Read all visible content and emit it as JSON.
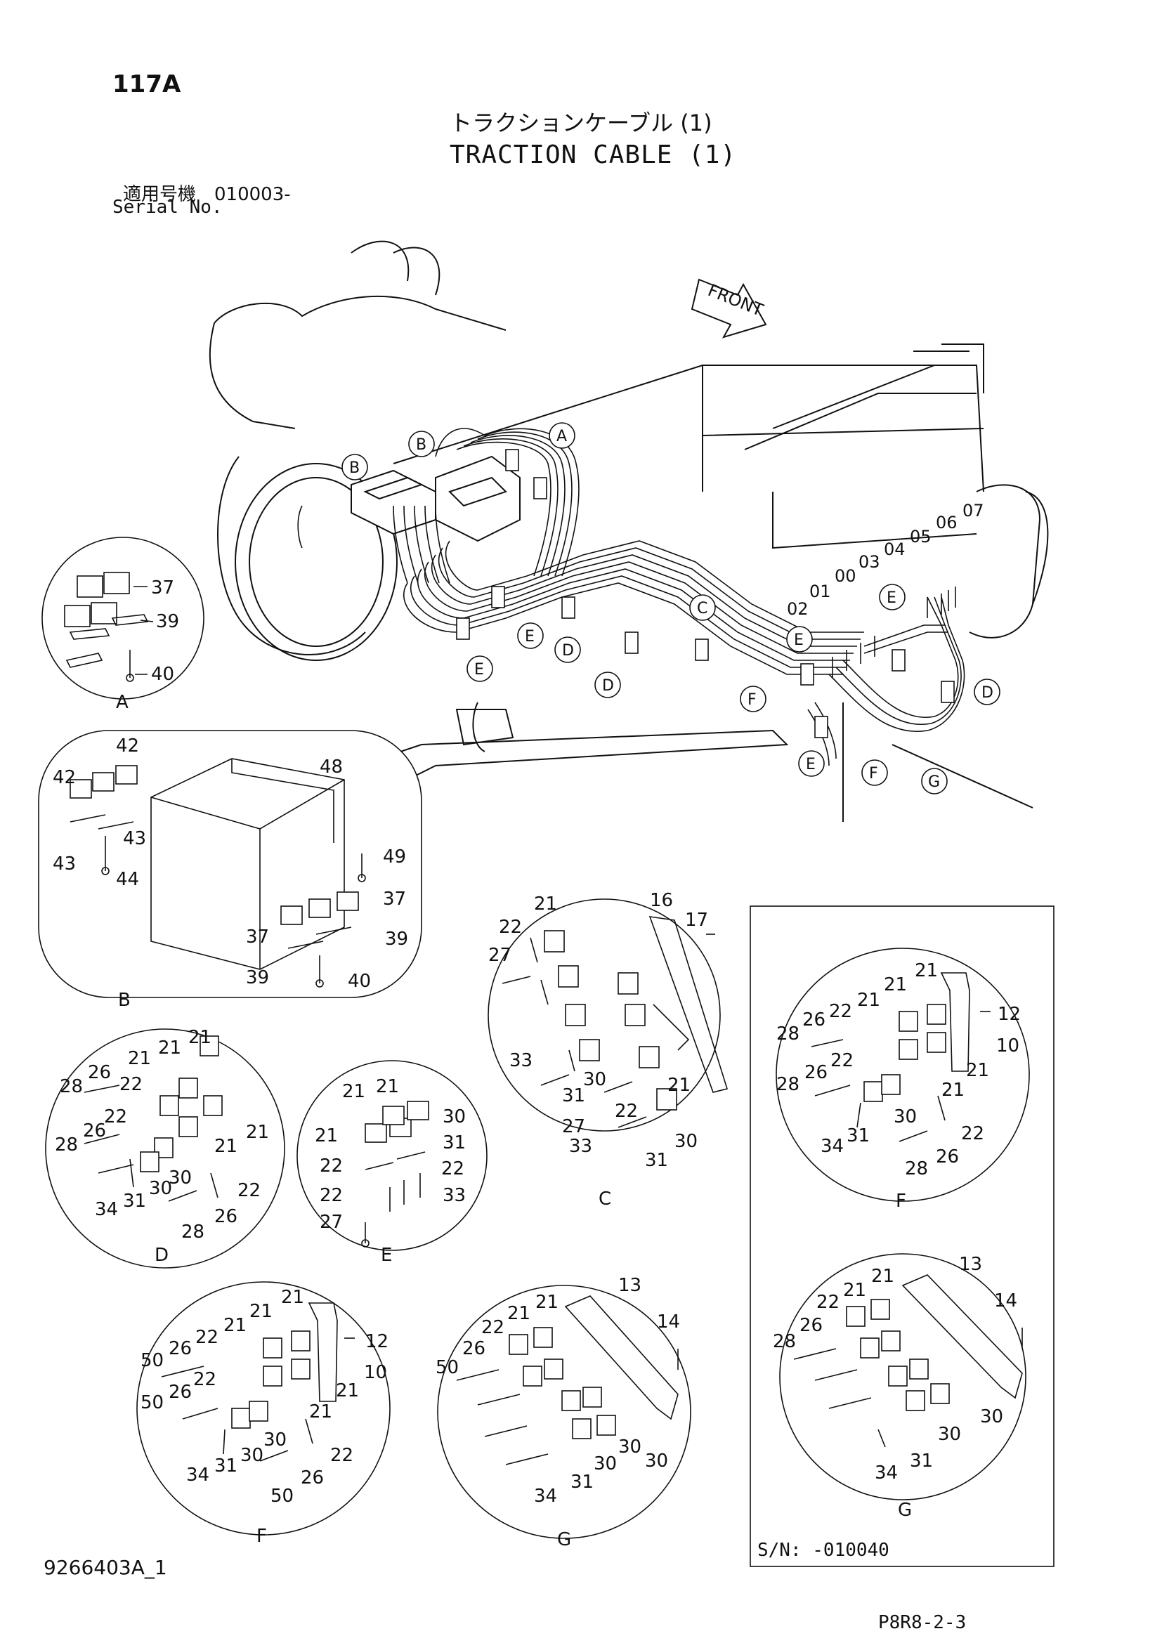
{
  "header": {
    "page_number": "117A",
    "title_jp": "トラクションケーブル (1)",
    "title_en": "TRACTION CABLE (1)",
    "serial_jp": "適用号機　010003-",
    "serial_en": "Serial No."
  },
  "main_view": {
    "front_label": "FRONT",
    "callouts": [
      "A",
      "B",
      "B",
      "C",
      "D",
      "D",
      "D",
      "E",
      "E",
      "E",
      "E",
      "E",
      "F",
      "F",
      "G"
    ],
    "cable_numbers": [
      "00",
      "01",
      "02",
      "03",
      "04",
      "05",
      "06",
      "07"
    ]
  },
  "details": {
    "A": {
      "label": "A",
      "parts": [
        "37",
        "39",
        "40"
      ]
    },
    "B": {
      "label": "B",
      "parts": [
        "42",
        "42",
        "43",
        "43",
        "44",
        "48",
        "49",
        "37",
        "37",
        "39",
        "39",
        "40"
      ]
    },
    "C": {
      "label": "C",
      "parts": [
        "16",
        "17",
        "21",
        "22",
        "27",
        "33",
        "31",
        "30",
        "21",
        "22",
        "27",
        "33",
        "31",
        "30"
      ]
    },
    "D": {
      "label": "D",
      "parts": [
        "21",
        "21",
        "21",
        "26",
        "28",
        "22",
        "22",
        "26",
        "28",
        "21",
        "21",
        "34",
        "31",
        "30",
        "30",
        "22",
        "28",
        "26"
      ]
    },
    "E": {
      "label": "E",
      "parts": [
        "21",
        "21",
        "30",
        "21",
        "31",
        "22",
        "22",
        "22",
        "33",
        "27"
      ]
    },
    "F_upper": {
      "label": "F",
      "parts": [
        "21",
        "21",
        "21",
        "22",
        "26",
        "28",
        "22",
        "26",
        "28",
        "12",
        "10",
        "21",
        "21",
        "34",
        "31",
        "30",
        "22",
        "28",
        "26"
      ]
    },
    "F_lower": {
      "label": "F",
      "parts": [
        "21",
        "21",
        "21",
        "22",
        "26",
        "50",
        "22",
        "26",
        "50",
        "12",
        "10",
        "21",
        "21",
        "34",
        "31",
        "30",
        "30",
        "22",
        "50",
        "26"
      ]
    },
    "G_lower": {
      "label": "G",
      "parts": [
        "13",
        "14",
        "21",
        "21",
        "22",
        "26",
        "50",
        "30",
        "30",
        "30",
        "34",
        "31"
      ]
    },
    "G_upper": {
      "label": "G",
      "parts": [
        "13",
        "14",
        "21",
        "21",
        "22",
        "26",
        "28",
        "30",
        "30",
        "34",
        "31"
      ]
    }
  },
  "footer": {
    "doc_id": "9266403A_1",
    "sn_range": "S/N: -010040",
    "figure_code": "P8R8-2-3"
  }
}
